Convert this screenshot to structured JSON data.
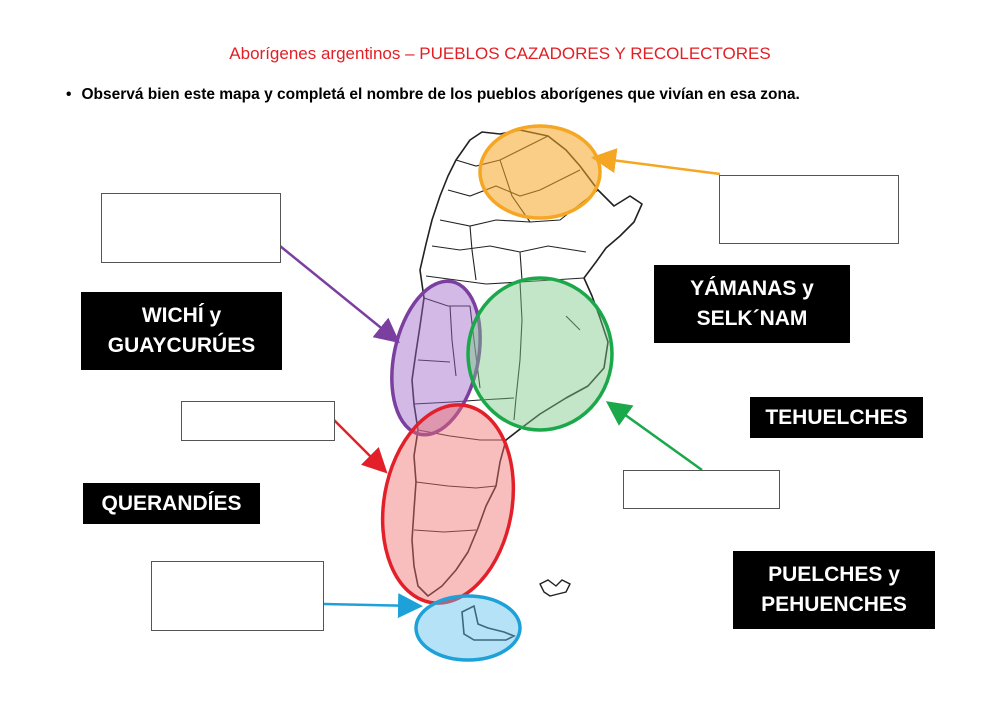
{
  "header": {
    "title": "Aborígenes argentinos – PUEBLOS CAZADORES Y RECOLECTORES",
    "instruction": "Observá bien este mapa y completá el nombre de los pueblos aborígenes que vivían en esa zona."
  },
  "answer_labels": [
    {
      "line1": "WICHÍ y",
      "line2": "GUAYCURÚES"
    },
    {
      "line1": "YÁMANAS y",
      "line2": "SELK´NAM"
    },
    {
      "line1": "TEHUELCHES",
      "line2": ""
    },
    {
      "line1": "QUERANDÍES",
      "line2": ""
    },
    {
      "line1": "PUELCHES y",
      "line2": "PEHUENCHES"
    }
  ],
  "drop_boxes": [
    "box-northeast",
    "box-northwest-cuyo",
    "box-patagonia-north",
    "box-pampa",
    "box-tierra-del-fuego"
  ],
  "region_colors": {
    "northeast": "#f5a623",
    "cuyo": "#7b3fa0",
    "pampa": "#1aa84b",
    "patagonia": "#e3202a",
    "tierra_del_fuego": "#1da1d8"
  }
}
